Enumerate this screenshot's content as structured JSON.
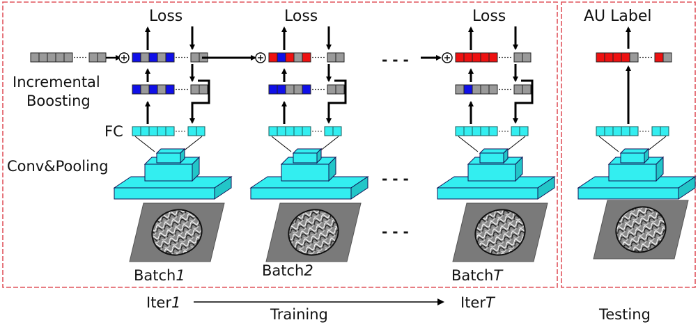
{
  "training_panel": {
    "columns": [
      {
        "loss": "Loss",
        "batch_prefix": "Batch",
        "batch_suffix": "1",
        "top_cells": [
          "gray",
          "gray",
          "gray",
          "gray",
          "gray",
          "gray"
        ],
        "merged_cells": [
          "blue",
          "gray",
          "blue",
          "gray",
          "blue",
          "gray"
        ],
        "mid_cells": [
          "blue",
          "gray",
          "blue",
          "gray",
          "blue",
          "gray"
        ]
      },
      {
        "loss": "Loss",
        "batch_prefix": "Batch",
        "batch_suffix": "2",
        "merged_cells": [
          "red",
          "blue",
          "red",
          "gray",
          "red",
          "gray"
        ],
        "mid_cells": [
          "blue",
          "blue",
          "gray",
          "gray",
          "blue",
          "gray"
        ]
      },
      {
        "loss": "Loss",
        "batch_prefix": "Batch",
        "batch_suffix": "T",
        "merged_cells": [
          "red",
          "red",
          "red",
          "red",
          "red",
          "gray"
        ],
        "mid_cells": [
          "gray",
          "blue",
          "gray",
          "gray",
          "gray",
          "gray"
        ]
      }
    ],
    "labels": {
      "incremental_line1": "Incremental",
      "incremental_line2": "Boosting",
      "fc": "FC",
      "conv": "Conv&Pooling"
    },
    "ellipsis": "- - -"
  },
  "testing_panel": {
    "au_label": "AU Label",
    "out_cells": [
      "red",
      "red",
      "red",
      "red",
      "gray",
      "red"
    ]
  },
  "footer": {
    "iter_prefix": "Iter",
    "iter_start_suffix": "1",
    "iter_end_suffix": "T",
    "training": "Training",
    "testing": "Testing"
  },
  "colors": {
    "frame": "#e0535b",
    "cyan": "#33eef0",
    "gray_cell": "#9a9a9a",
    "blue_cell": "#1010e8",
    "red_cell": "#ee1111",
    "image_bg": "#7a7a7a"
  }
}
